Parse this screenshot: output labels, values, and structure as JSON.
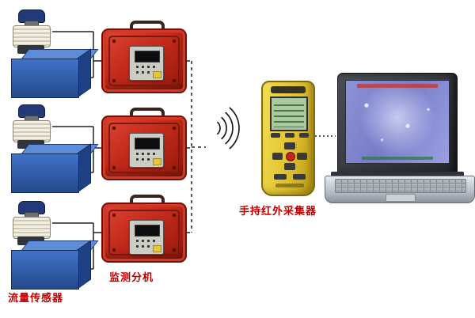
{
  "diagram": {
    "labels": {
      "flow_sensor": "流量传感器",
      "monitor_unit": "监测分机",
      "handheld_collector": "手持红外采集器"
    },
    "colors": {
      "label_red": "#c00000",
      "case_red": "#c22a1b",
      "tank_blue": "#2d5fb0",
      "transmitter_cap_blue": "#22397a",
      "handheld_yellow": "#e2c32e",
      "lcd_green": "#a9c99f",
      "laptop_screen_purple": "#8d92d8",
      "background": "#ffffff"
    }
  }
}
